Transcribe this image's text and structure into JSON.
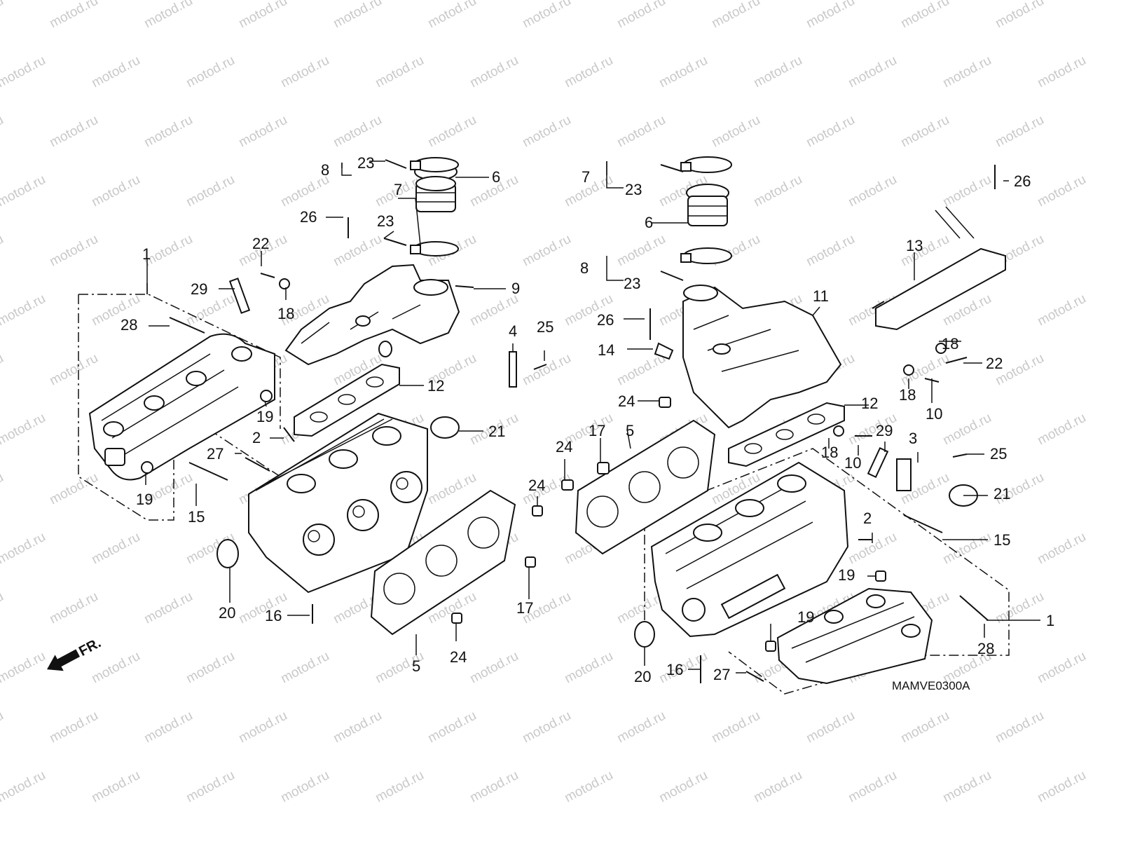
{
  "watermark": "motod.ru",
  "diagram_code": "MAMVE0300A",
  "front_indicator": "FR.",
  "callouts": {
    "l1": "1",
    "l2": "2",
    "l5": "5",
    "l6": "6",
    "l7": "7",
    "l8": "8",
    "l9": "9",
    "l4": "4",
    "l12": "12",
    "l15": "15",
    "l16": "16",
    "l17": "17",
    "l18": "18",
    "l19a": "19",
    "l19b": "19",
    "l20": "20",
    "l21": "21",
    "l22": "22",
    "l23a": "23",
    "l23b": "23",
    "l24a": "24",
    "l24b": "24",
    "l25": "25",
    "l26": "26",
    "l27": "27",
    "l28": "28",
    "l29": "29",
    "r1": "1",
    "r2": "2",
    "r3": "3",
    "r5": "5",
    "r6": "6",
    "r7": "7",
    "r8": "8",
    "r10a": "10",
    "r10b": "10",
    "r11": "11",
    "r12": "12",
    "r13": "13",
    "r14": "14",
    "r15": "15",
    "r16": "16",
    "r17": "17",
    "r18a": "18",
    "r18b": "18",
    "r18c": "18",
    "r19a": "19",
    "r19b": "19",
    "r20": "20",
    "r21": "21",
    "r22": "22",
    "r23a": "23",
    "r23b": "23",
    "r24a": "24",
    "r24b": "24",
    "r25": "25",
    "r26a": "26",
    "r26b": "26",
    "r27": "27",
    "r28": "28",
    "r29": "29"
  }
}
